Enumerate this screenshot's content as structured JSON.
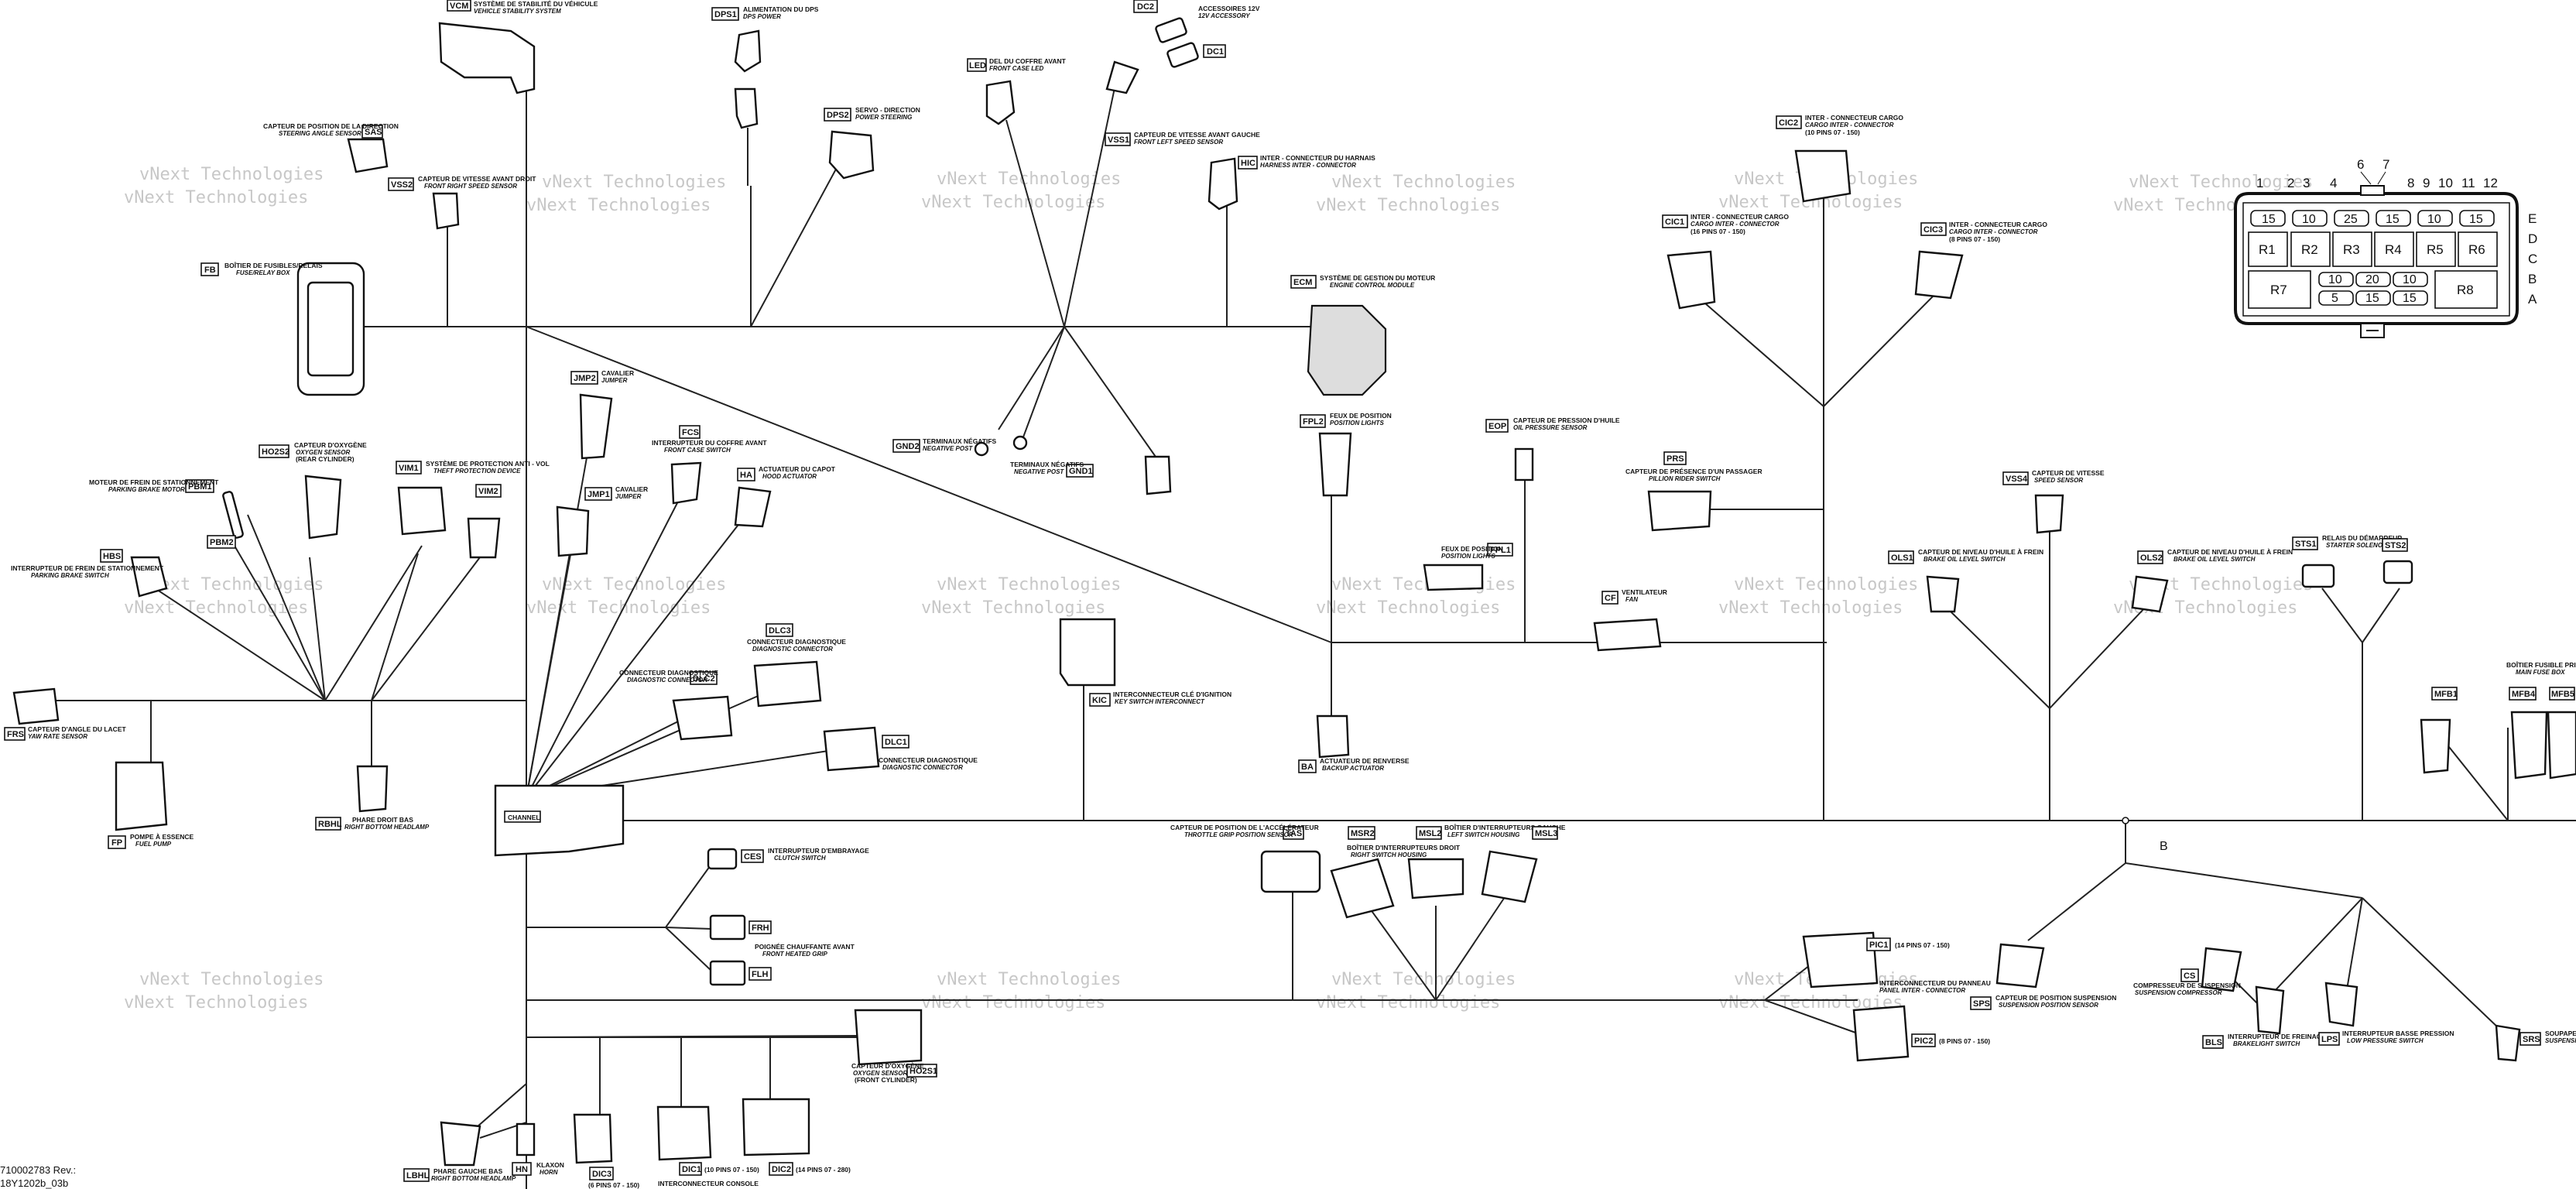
{
  "watermark": "vNext Technologies",
  "footer": {
    "doc_number": "710002783 Rev.:",
    "doc_code": "18Y1202b_03b"
  },
  "branch_label": "B",
  "connectors": {
    "VCM": {
      "tag": "VCM",
      "fr": "SYSTÈME DE STABILITÉ DU VÉHICULE",
      "en": "VEHICLE STABILITY SYSTEM"
    },
    "DPS1": {
      "tag": "DPS1",
      "fr": "ALIMENTATION DU DPS",
      "en": "DPS POWER"
    },
    "DPS2": {
      "tag": "DPS2",
      "fr": "SERVO - DIRECTION",
      "en": "POWER STEERING"
    },
    "DC2": {
      "tag": "DC2",
      "fr": "ACCESSOIRES 12V",
      "en": "12V ACCESSORY"
    },
    "DC1": {
      "tag": "DC1"
    },
    "LED": {
      "tag": "LED",
      "fr": "DEL DU COFFRE AVANT",
      "en": "FRONT CASE LED"
    },
    "VSS1": {
      "tag": "VSS1",
      "fr": "CAPTEUR DE VITESSE AVANT GAUCHE",
      "en": "FRONT LEFT SPEED SENSOR"
    },
    "HIC": {
      "tag": "HIC",
      "fr": "INTER - CONNECTEUR DU HARNAIS",
      "en": "HARNESS INTER - CONNECTOR"
    },
    "SAS": {
      "tag": "SAS",
      "fr": "CAPTEUR DE POSITION DE LA DIRECTION",
      "en": "STEERING ANGLE SENSOR"
    },
    "VSS2": {
      "tag": "VSS2",
      "fr": "CAPTEUR DE VITESSE AVANT DROIT",
      "en": "FRONT RIGHT SPEED SENSOR"
    },
    "FB": {
      "tag": "FB",
      "fr": "BOÎTIER DE FUSIBLES/RELAIS",
      "en": "FUSE/RELAY BOX"
    },
    "ECM": {
      "tag": "ECM",
      "fr": "SYSTÈME DE GESTION DU MOTEUR",
      "en": "ENGINE CONTROL MODULE"
    },
    "CIC2": {
      "tag": "CIC2",
      "fr": "INTER - CONNECTEUR CARGO",
      "en": "CARGO INTER - CONNECTOR",
      "pins": "(10 PINS 07 - 150)"
    },
    "CIC1": {
      "tag": "CIC1",
      "fr": "INTER - CONNECTEUR CARGO",
      "en": "CARGO INTER - CONNECTOR",
      "pins": "(16 PINS 07 - 150)"
    },
    "CIC3": {
      "tag": "CIC3",
      "fr": "INTER - CONNECTEUR CARGO",
      "en": "CARGO INTER - CONNECTOR",
      "pins": "(8 PINS 07 - 150)"
    },
    "JMP2": {
      "tag": "JMP2",
      "fr": "CAVALIER",
      "en": "JUMPER"
    },
    "JMP1": {
      "tag": "JMP1",
      "fr": "CAVALIER",
      "en": "JUMPER"
    },
    "FCS": {
      "tag": "FCS",
      "fr": "INTERRUPTEUR DU COFFRE AVANT",
      "en": "FRONT CASE SWITCH"
    },
    "HA": {
      "tag": "HA",
      "fr": "ACTUATEUR DU CAPOT",
      "en": "HOOD ACTUATOR"
    },
    "HO2S2": {
      "tag": "HO2S2",
      "fr": "CAPTEUR D'OXYGÈNE",
      "en": "OXYGEN SENSOR",
      "note": "(REAR CYLINDER)"
    },
    "VIM1": {
      "tag": "VIM1",
      "fr": "SYSTÈME DE PROTECTION ANTI - VOL",
      "en": "THEFT PROTECTION DEVICE"
    },
    "VIM2": {
      "tag": "VIM2"
    },
    "PBM1": {
      "tag": "PBM1",
      "fr": "MOTEUR DE FREIN DE STATIONNEMENT",
      "en": "PARKING BRAKE MOTOR"
    },
    "PBM2": {
      "tag": "PBM2"
    },
    "HBS": {
      "tag": "HBS",
      "fr": "INTERRUPTEUR DE FREIN DE STATIONNEMENT",
      "en": "PARKING BRAKE SWITCH"
    },
    "GND2": {
      "tag": "GND2",
      "fr": "TERMINAUX NÉGATIFS",
      "en": "NEGATIVE POST"
    },
    "GND1": {
      "tag": "GND1",
      "fr": "TERMINAUX NÉGATIFS",
      "en": "NEGATIVE POST"
    },
    "FPL2": {
      "tag": "FPL2",
      "fr": "FEUX DE POSITION",
      "en": "POSITION LIGHTS"
    },
    "FPL1": {
      "tag": "FPL1",
      "fr": "FEUX DE POSITION",
      "en": "POSITION LIGHTS"
    },
    "EOP": {
      "tag": "EOP",
      "fr": "CAPTEUR DE PRESSION D'HUILE",
      "en": "OIL PRESSURE SENSOR"
    },
    "PRS": {
      "tag": "PRS",
      "fr": "CAPTEUR DE PRÉSENCE D'UN PASSAGER",
      "en": "PILLION RIDER SWITCH"
    },
    "VSS4": {
      "tag": "VSS4",
      "fr": "CAPTEUR DE VITESSE",
      "en": "SPEED SENSOR"
    },
    "OLS1": {
      "tag": "OLS1",
      "fr": "CAPTEUR DE NIVEAU D'HUILE À FREIN",
      "en": "BRAKE OIL LEVEL SWITCH"
    },
    "OLS2": {
      "tag": "OLS2",
      "fr": "CAPTEUR DE NIVEAU D'HUILE À FREIN",
      "en": "BRAKE OIL LEVEL SWITCH"
    },
    "STS1": {
      "tag": "STS1",
      "fr": "RELAIS DU DÉMARREUR",
      "en": "STARTER SOLENOID"
    },
    "STS2": {
      "tag": "STS2"
    },
    "CF": {
      "tag": "CF",
      "fr": "VENTILATEUR",
      "en": "FAN"
    },
    "FRS": {
      "tag": "FRS",
      "fr": "CAPTEUR D'ANGLE DU LACET",
      "en": "YAW RATE SENSOR"
    },
    "DLC3": {
      "tag": "DLC3",
      "fr": "CONNECTEUR DIAGNOSTIQUE",
      "en": "DIAGNOSTIC CONNECTOR"
    },
    "DLC2": {
      "tag": "DLC2",
      "fr": "CONNECTEUR DIAGNOSTIQUE",
      "en": "DIAGNOSTIC CONNECTOR"
    },
    "DLC1": {
      "tag": "DLC1",
      "fr": "CONNECTEUR DIAGNOSTIQUE",
      "en": "DIAGNOSTIC CONNECTOR"
    },
    "KIC": {
      "tag": "KIC",
      "fr": "INTERCONNECTEUR CLÉ D'IGNITION",
      "en": "KEY SWITCH INTERCONNECT"
    },
    "BA": {
      "tag": "BA",
      "fr": "ACTUATEUR DE RENVERSE",
      "en": "BACKUP ACTUATOR"
    },
    "MFB1": {
      "tag": "MFB1"
    },
    "MFB4": {
      "tag": "MFB4",
      "fr": "BOÎTIER FUSIBLE PRINCIPAL",
      "en": "MAIN FUSE BOX"
    },
    "MFB5": {
      "tag": "MFB5"
    },
    "FP": {
      "tag": "FP",
      "fr": "POMPE À ESSENCE",
      "en": "FUEL PUMP"
    },
    "RBHL": {
      "tag": "RBHL",
      "fr": "PHARE DROIT BAS",
      "en": "RIGHT BOTTOM HEADLAMP"
    },
    "CHANNEL": {
      "tag": "CHANNEL"
    },
    "CES": {
      "tag": "CES",
      "fr": "INTERRUPTEUR D'EMBRAYAGE",
      "en": "CLUTCH SWITCH"
    },
    "FRH": {
      "tag": "FRH",
      "fr": "POIGNÉE CHAUFFANTE AVANT",
      "en": "FRONT HEATED GRIP"
    },
    "FLH": {
      "tag": "FLH"
    },
    "TAS": {
      "tag": "TAS",
      "fr": "CAPTEUR DE POSITION DE L'ACCÉLÉRATEUR",
      "en": "THROTTLE GRIP POSITION SENSOR"
    },
    "MSR2": {
      "tag": "MSR2",
      "fr": "BOÎTIER D'INTERRUPTEURS DROIT",
      "en": "RIGHT SWITCH HOUSING"
    },
    "MSL2": {
      "tag": "MSL2",
      "fr": "BOÎTIER D'INTERRUPTEURS GAUCHE",
      "en": "LEFT SWITCH HOUSING"
    },
    "MSL3": {
      "tag": "MSL3"
    },
    "PIC1": {
      "tag": "PIC1",
      "pins": "(14 PINS 07 - 150)",
      "fr": "INTERCONNECTEUR DU PANNEAU",
      "en": "PANEL INTER - CONNECTOR"
    },
    "PIC2": {
      "tag": "PIC2",
      "pins": "(8 PINS 07 - 150)"
    },
    "SPS": {
      "tag": "SPS",
      "fr": "CAPTEUR DE POSITION SUSPENSION",
      "en": "SUSPENSION POSITION SENSOR"
    },
    "CS": {
      "tag": "CS",
      "fr": "COMPRESSEUR DE SUSPENSION",
      "en": "SUSPENSION COMPRESSOR"
    },
    "BLS": {
      "tag": "BLS",
      "fr": "INTERRUPTEUR DE FREINAGE",
      "en": "BRAKELIGHT SWITCH"
    },
    "LPS": {
      "tag": "LPS",
      "fr": "INTERRUPTEUR BASSE PRESSION",
      "en": "LOW PRESSURE SWITCH"
    },
    "SRS": {
      "tag": "SRS",
      "fr": "SOUPAPE",
      "en": "SUSPENSION"
    },
    "HO2S1": {
      "tag": "HO2S1",
      "fr": "CAPTEUR D'OXYGÈNE",
      "en": "OXYGEN SENSOR",
      "note": "(FRONT CYLINDER)"
    },
    "DIC3": {
      "tag": "DIC3",
      "pins": "(6 PINS 07 - 150)"
    },
    "DIC1": {
      "tag": "DIC1",
      "pins": "(10 PINS 07 - 150)",
      "fr": "INTERCONNECTEUR CONSOLE"
    },
    "DIC2": {
      "tag": "DIC2",
      "pins": "(14 PINS 07 - 280)"
    },
    "HN": {
      "tag": "HN",
      "fr": "KLAXON",
      "en": "HORN"
    },
    "LBHL": {
      "tag": "LBHL",
      "fr": "PHARE GAUCHE BAS",
      "en": "RIGHT BOTTOM HEADLAMP"
    }
  },
  "fuse_box": {
    "column_numbers": [
      "1",
      "2",
      "3",
      "4",
      "6",
      "7",
      "8",
      "9",
      "10",
      "11",
      "12"
    ],
    "row_letters": [
      "E",
      "D",
      "C",
      "B",
      "A"
    ],
    "top_fuses": [
      "15",
      "10",
      "25",
      "15",
      "10",
      "15"
    ],
    "relays_row1": [
      "R1",
      "R2",
      "R3",
      "R4",
      "R5",
      "R6"
    ],
    "relays_row2": [
      "R7",
      "R8"
    ],
    "mid_fuses_top": [
      "10",
      "20",
      "10"
    ],
    "mid_fuses_bottom": [
      "5",
      "15",
      "15"
    ]
  }
}
